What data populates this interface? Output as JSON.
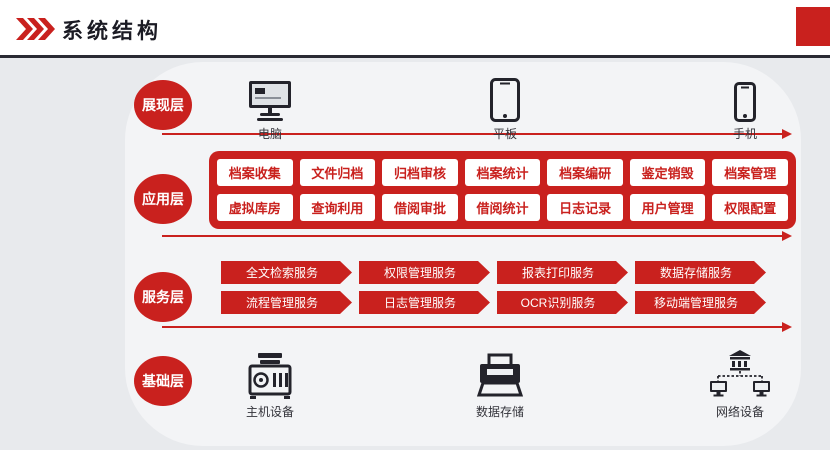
{
  "header": {
    "title": "系统结构"
  },
  "colors": {
    "accent_red": "#c9211e",
    "dark": "#2a2a33",
    "canvas_gray": "#e8eaed"
  },
  "presentation_layer": {
    "name": "展现层",
    "devices": [
      {
        "label": "电脑",
        "icon": "desktop-icon"
      },
      {
        "label": "平板",
        "icon": "tablet-icon"
      },
      {
        "label": "手机",
        "icon": "phone-icon"
      }
    ]
  },
  "application_layer": {
    "name": "应用层",
    "row1": [
      "档案收集",
      "文件归档",
      "归档审核",
      "档案统计",
      "档案编研",
      "鉴定销毁",
      "档案管理"
    ],
    "row2": [
      "虚拟库房",
      "查询利用",
      "借阅审批",
      "借阅统计",
      "日志记录",
      "用户管理",
      "权限配置"
    ]
  },
  "service_layer": {
    "name": "服务层",
    "row1": [
      "全文检索服务",
      "权限管理服务",
      "报表打印服务",
      "数据存储服务"
    ],
    "row2": [
      "流程管理服务",
      "日志管理服务",
      "OCR识别服务",
      "移动端管理服务"
    ]
  },
  "base_layer": {
    "name": "基础层",
    "devices": [
      {
        "label": "主机设备",
        "icon": "server-icon"
      },
      {
        "label": "数据存储",
        "icon": "storage-icon"
      },
      {
        "label": "网络设备",
        "icon": "network-icon"
      }
    ]
  }
}
